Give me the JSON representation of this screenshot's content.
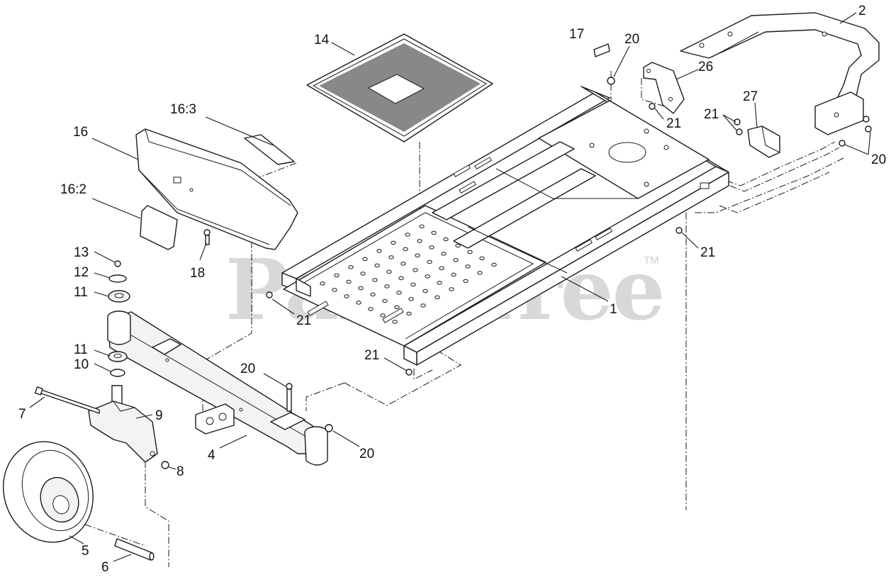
{
  "watermark": {
    "text": "PartsTree",
    "trademark": "TM"
  },
  "callouts": [
    {
      "id": "c-2",
      "label": "2"
    },
    {
      "id": "c-14",
      "label": "14"
    },
    {
      "id": "c-17",
      "label": "17"
    },
    {
      "id": "c-20a",
      "label": "20"
    },
    {
      "id": "c-26",
      "label": "26"
    },
    {
      "id": "c-21a",
      "label": "21"
    },
    {
      "id": "c-21b",
      "label": "21"
    },
    {
      "id": "c-27",
      "label": "27"
    },
    {
      "id": "c-20b",
      "label": "20"
    },
    {
      "id": "c-16-3",
      "label": "16:3"
    },
    {
      "id": "c-16",
      "label": "16"
    },
    {
      "id": "c-16-2",
      "label": "16:2"
    },
    {
      "id": "c-21c",
      "label": "21"
    },
    {
      "id": "c-13",
      "label": "13"
    },
    {
      "id": "c-12",
      "label": "12"
    },
    {
      "id": "c-11a",
      "label": "11"
    },
    {
      "id": "c-18",
      "label": "18"
    },
    {
      "id": "c-21d",
      "label": "21"
    },
    {
      "id": "c-1",
      "label": "1"
    },
    {
      "id": "c-21e",
      "label": "21"
    },
    {
      "id": "c-11b",
      "label": "11"
    },
    {
      "id": "c-10",
      "label": "10"
    },
    {
      "id": "c-20c",
      "label": "20"
    },
    {
      "id": "c-7",
      "label": "7"
    },
    {
      "id": "c-9",
      "label": "9"
    },
    {
      "id": "c-20d",
      "label": "20"
    },
    {
      "id": "c-4",
      "label": "4"
    },
    {
      "id": "c-8",
      "label": "8"
    },
    {
      "id": "c-5",
      "label": "5"
    },
    {
      "id": "c-6",
      "label": "6"
    }
  ]
}
